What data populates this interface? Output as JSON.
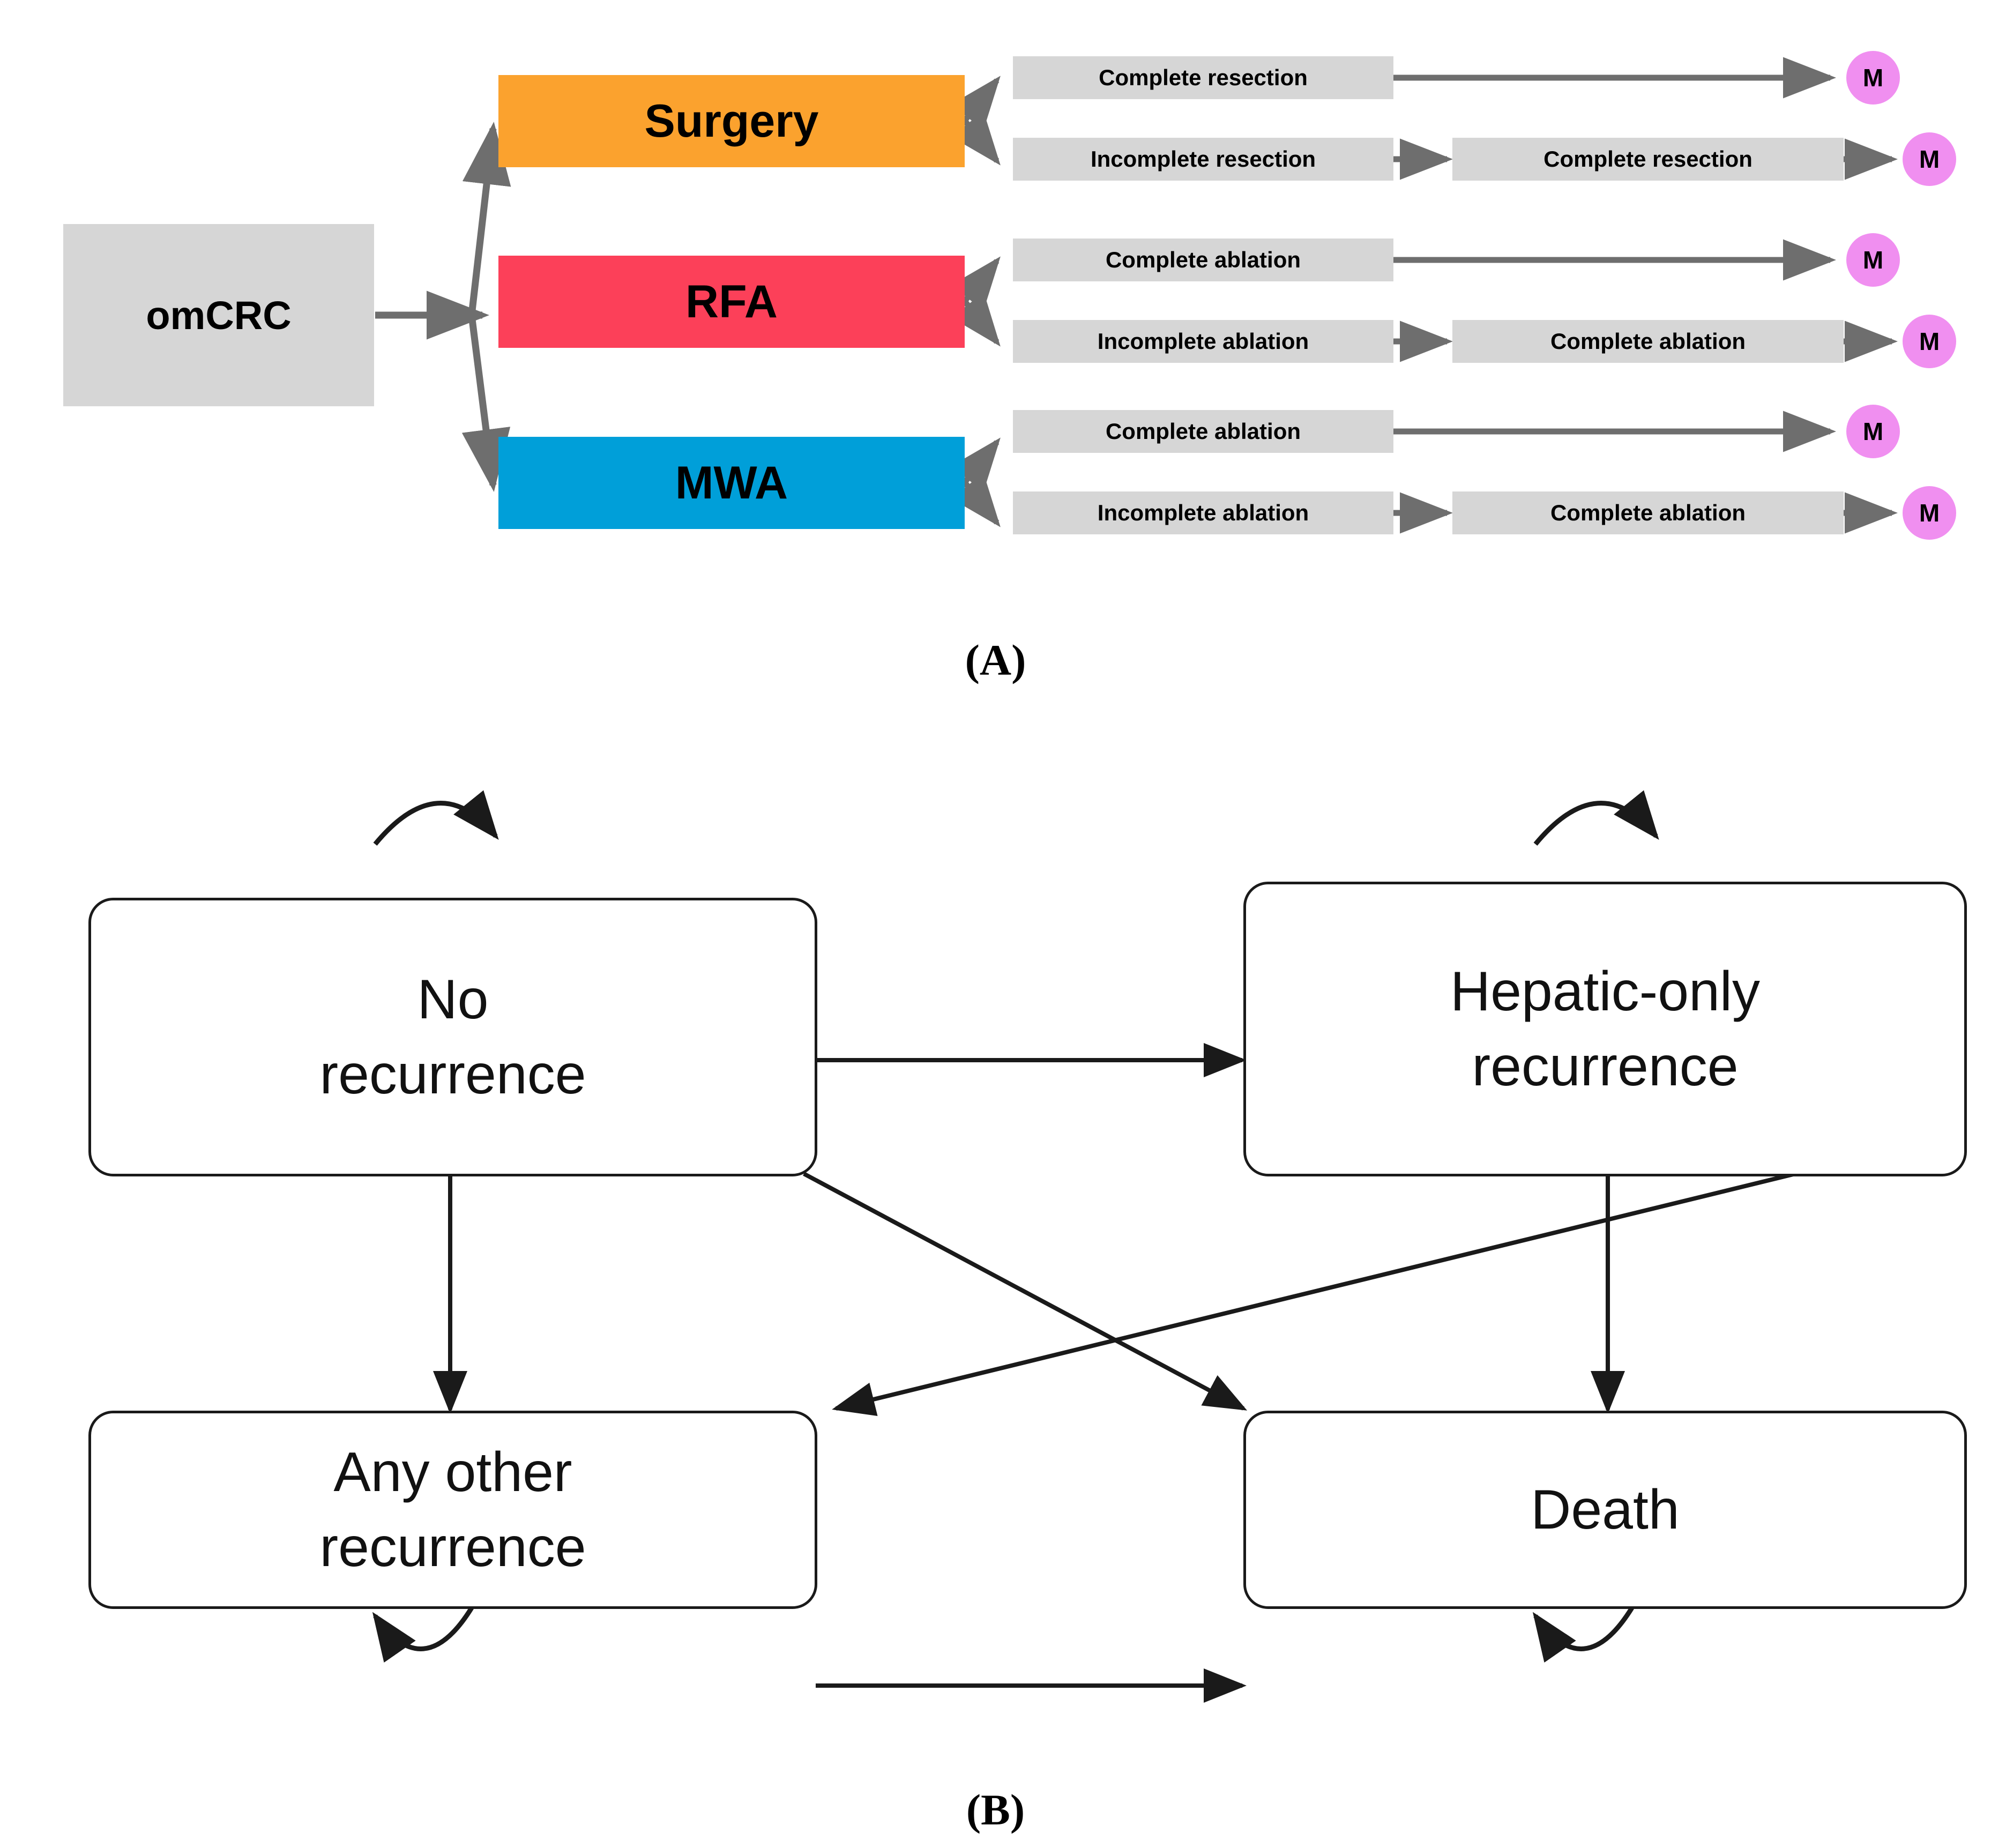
{
  "figure": {
    "panel_a_caption": "(A)",
    "panel_b_caption": "(B)"
  },
  "colors": {
    "origin": "#d6d6d6",
    "surgery": "#fba22e",
    "rfa": "#fc4059",
    "mwa": "#009fd9",
    "label_box": "#d6d6d6",
    "metastasis_node": "#f08ff0",
    "arrow_gray": "#6e6e6e",
    "arrow_black": "#1a1a1a"
  },
  "panel_a": {
    "origin": {
      "label": "omCRC"
    },
    "treatments": [
      {
        "key": "surgery",
        "label": "Surgery"
      },
      {
        "key": "rfa",
        "label": "RFA"
      },
      {
        "key": "mwa",
        "label": "MWA"
      }
    ],
    "branches": [
      {
        "treatment": "Surgery",
        "first": "Complete resection",
        "second": "",
        "terminal": "M"
      },
      {
        "treatment": "Surgery",
        "first": "Incomplete resection",
        "second": "Complete resection",
        "terminal": "M"
      },
      {
        "treatment": "RFA",
        "first": "Complete ablation",
        "second": "",
        "terminal": "M"
      },
      {
        "treatment": "RFA",
        "first": "Incomplete ablation",
        "second": "Complete ablation",
        "terminal": "M"
      },
      {
        "treatment": "MWA",
        "first": "Complete ablation",
        "second": "",
        "terminal": "M"
      },
      {
        "treatment": "MWA",
        "first": "Incomplete ablation",
        "second": "Complete ablation",
        "terminal": "M"
      }
    ]
  },
  "panel_b": {
    "states": [
      {
        "key": "no-recurrence",
        "label": "No\nrecurrence"
      },
      {
        "key": "hepatic-only",
        "label": "Hepatic-only\nrecurrence"
      },
      {
        "key": "any-other",
        "label": "Any other\nrecurrence"
      },
      {
        "key": "death",
        "label": "Death"
      }
    ],
    "transitions": [
      {
        "from": "No recurrence",
        "to": "No recurrence",
        "type": "self-loop"
      },
      {
        "from": "Hepatic-only recurrence",
        "to": "Hepatic-only recurrence",
        "type": "self-loop"
      },
      {
        "from": "Any other recurrence",
        "to": "Any other recurrence",
        "type": "self-loop"
      },
      {
        "from": "Death",
        "to": "Death",
        "type": "self-loop"
      },
      {
        "from": "No recurrence",
        "to": "Hepatic-only recurrence",
        "type": "horizontal"
      },
      {
        "from": "No recurrence",
        "to": "Any other recurrence",
        "type": "vertical"
      },
      {
        "from": "No recurrence",
        "to": "Death",
        "type": "diagonal"
      },
      {
        "from": "Hepatic-only recurrence",
        "to": "Any other recurrence",
        "type": "diagonal"
      },
      {
        "from": "Hepatic-only recurrence",
        "to": "Death",
        "type": "vertical"
      },
      {
        "from": "Any other recurrence",
        "to": "Death",
        "type": "horizontal"
      }
    ]
  }
}
